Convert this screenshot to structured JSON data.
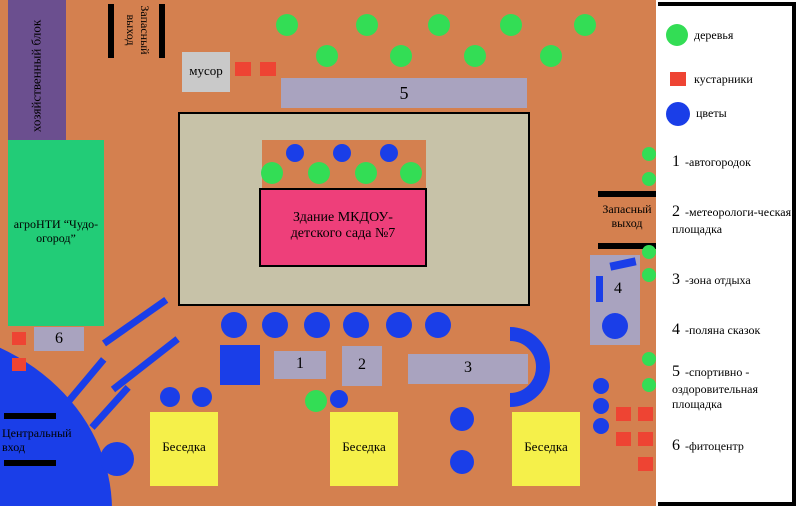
{
  "map": {
    "utility_block": "хозяйственный блок",
    "spare_exit_top": "Запасный выход",
    "garbage": "мусор",
    "zone5_number": "5",
    "building": "Здание МКДОУ-детского сада №7",
    "spare_exit_right": "Запасный выход",
    "agro": "агроНТИ “Чудо-огород”",
    "zone6_number": "6",
    "zone4_number": "4",
    "zone1_number": "1",
    "zone2_number": "2",
    "zone3_number": "3",
    "central_entrance": "Центральный вход",
    "gazebo_1": "Беседка",
    "gazebo_2": "Беседка",
    "gazebo_3": "Беседка"
  },
  "legend": {
    "trees": "деревья",
    "shrubs": "кустарники",
    "flowers": "цветы",
    "item1_num": "1",
    "item1": "-автогородок",
    "item2_num": "2",
    "item2": "-метеорологи-ческая площадка",
    "item3_num": "3",
    "item3": "-зона отдыха",
    "item4_num": "4",
    "item4": "-поляна сказок",
    "item5_num": "5",
    "item5": "-спортивно - оздоровительная площадка",
    "item6_num": "6",
    "item6": "-фитоцентр"
  },
  "colors": {
    "ground": "#d4804f",
    "tree": "#33dd55",
    "shrub": "#ee4433",
    "flower": "#1a3ee8",
    "building": "#ee3f7a",
    "agro": "#22cc77",
    "utility": "#6b4f8f",
    "zone": "#a9a3bf",
    "gazebo": "#f5f04a"
  }
}
